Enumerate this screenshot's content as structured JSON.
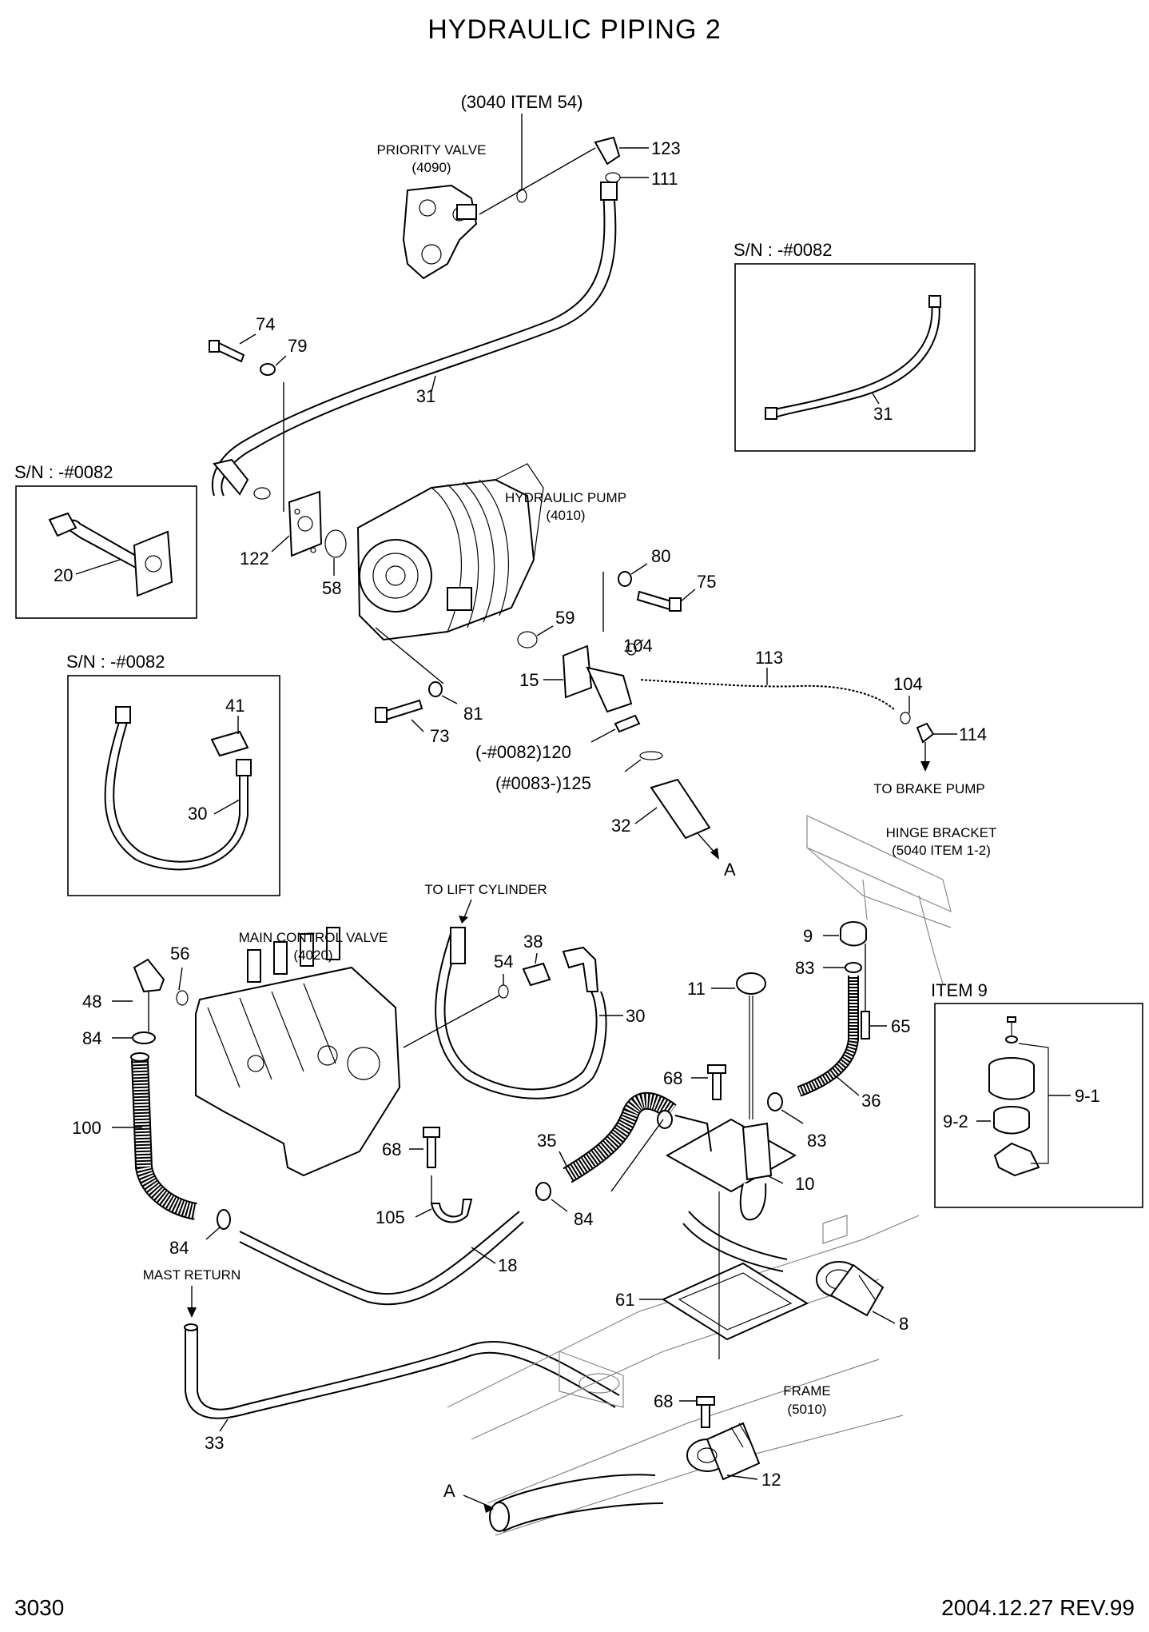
{
  "title": "HYDRAULIC PIPING 2",
  "footer": {
    "page_number": "3030",
    "revision": "2004.12.27 REV.99"
  },
  "callouts": {
    "priority_valve": "PRIORITY VALVE",
    "priority_valve_ref": "(4090)",
    "item54_ref": "(3040 ITEM 54)",
    "hydraulic_pump": "HYDRAULIC PUMP",
    "hydraulic_pump_ref": "(4010)",
    "main_control_valve": "MAIN CONTROL VALVE",
    "main_control_valve_ref": "(4020)",
    "to_lift_cylinder": "TO LIFT CYLINDER",
    "to_brake_pump": "TO BRAKE PUMP",
    "hinge_bracket": "HINGE BRACKET",
    "hinge_bracket_ref": "(5040 ITEM 1-2)",
    "mast_return": "MAST RETURN",
    "frame": "FRAME",
    "frame_ref": "(5010)",
    "arrow_a_top": "A",
    "arrow_a_bottom": "A",
    "sn_120": "(-#0082)120",
    "sn_125": "(#0083-)125"
  },
  "insets": {
    "top_right": {
      "header": "S/N : -#0082",
      "part": "31"
    },
    "left_upper": {
      "header": "S/N : -#0082",
      "part": "20"
    },
    "left_lower": {
      "header": "S/N : -#0082",
      "parts": [
        "41",
        "30"
      ]
    },
    "item9": {
      "header": "ITEM 9",
      "parts": [
        "9-1",
        "9-2"
      ]
    }
  },
  "part_numbers": {
    "p123": "123",
    "p111": "111",
    "p74": "74",
    "p79": "79",
    "p31": "31",
    "p122": "122",
    "p58": "58",
    "p80": "80",
    "p75": "75",
    "p59": "59",
    "p104a": "104",
    "p113": "113",
    "p15": "15",
    "p104b": "104",
    "p114": "114",
    "p73": "73",
    "p81": "81",
    "p32": "32",
    "p56": "56",
    "p48": "48",
    "p84a": "84",
    "p100": "100",
    "p54": "54",
    "p38": "38",
    "p30": "30",
    "p9": "9",
    "p83a": "83",
    "p65": "65",
    "p11": "11",
    "p68a": "68",
    "p36": "36",
    "p83b": "83",
    "p10": "10",
    "p35": "35",
    "p84b": "84",
    "p68b": "68",
    "p105": "105",
    "p84c": "84",
    "p18": "18",
    "p61": "61",
    "p8": "8",
    "p33": "33",
    "p68c": "68",
    "p12": "12"
  }
}
